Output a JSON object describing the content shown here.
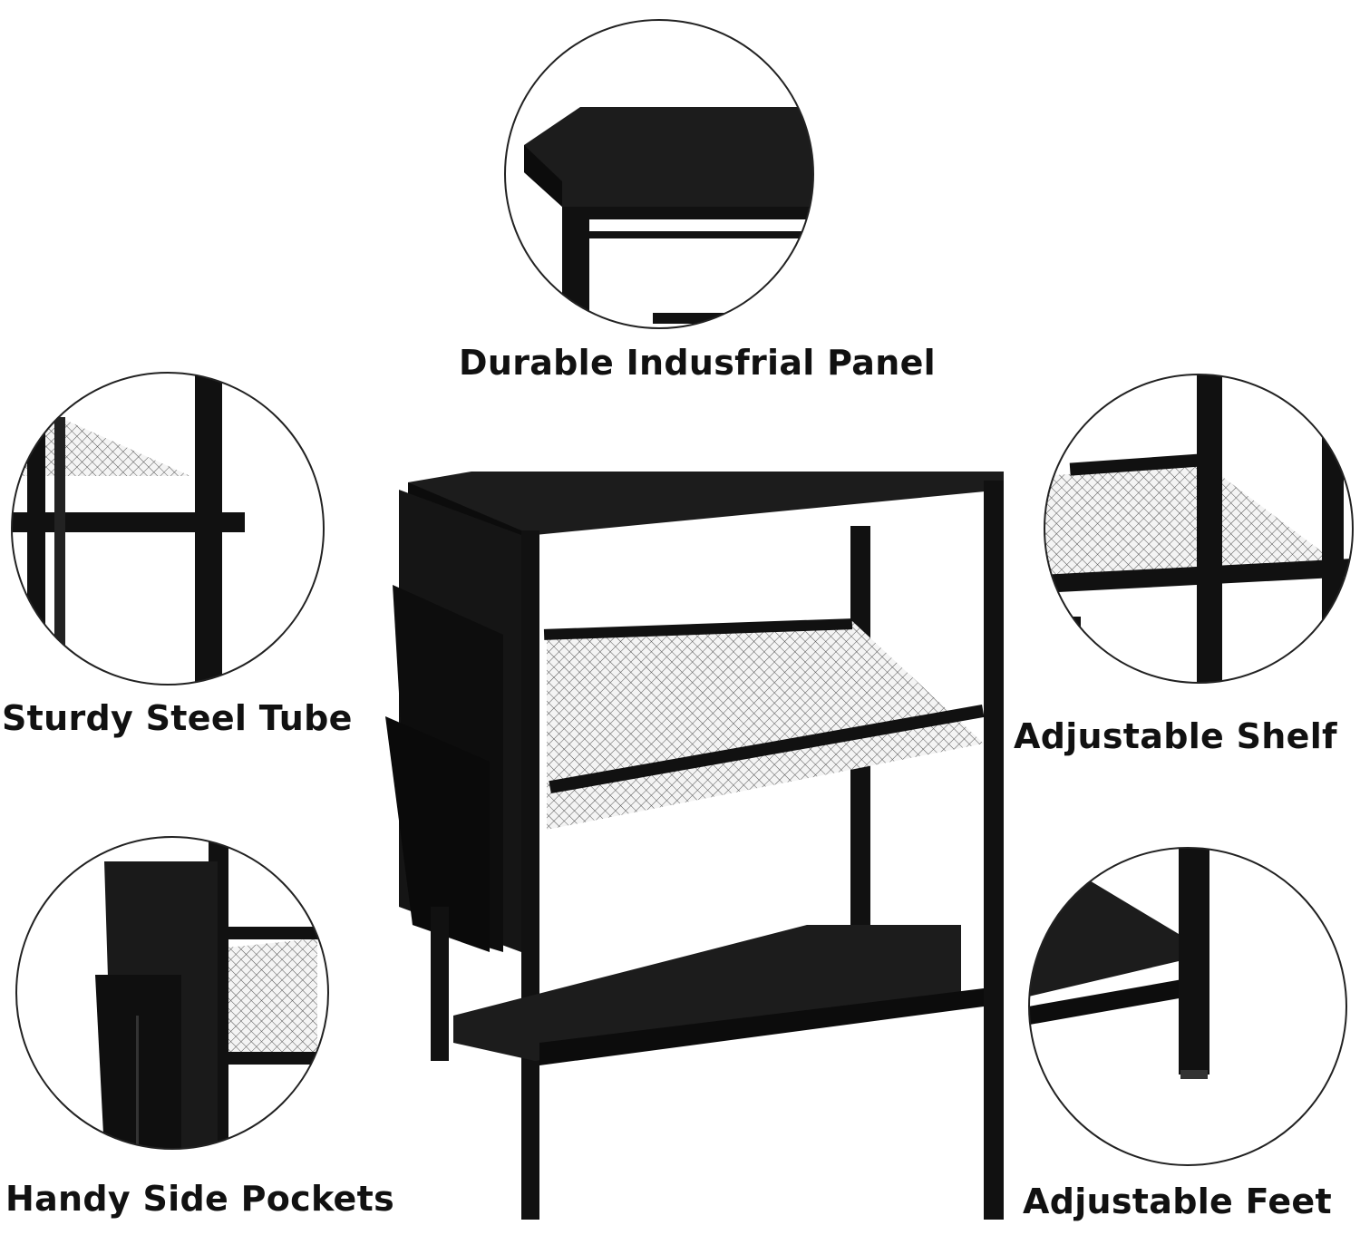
{
  "features": [
    {
      "id": "panel",
      "label": "Durable Indusfrial Panel"
    },
    {
      "id": "tube",
      "label": "Sturdy Steel Tube"
    },
    {
      "id": "shelf",
      "label": "Adjustable Shelf"
    },
    {
      "id": "pockets",
      "label": "Handy Side Pockets"
    },
    {
      "id": "feet",
      "label": "Adjustable Feet"
    }
  ],
  "colors": {
    "frame": "#111111",
    "panel": "#1c1c1c",
    "mesh": "#888888",
    "outline": "#222222"
  }
}
